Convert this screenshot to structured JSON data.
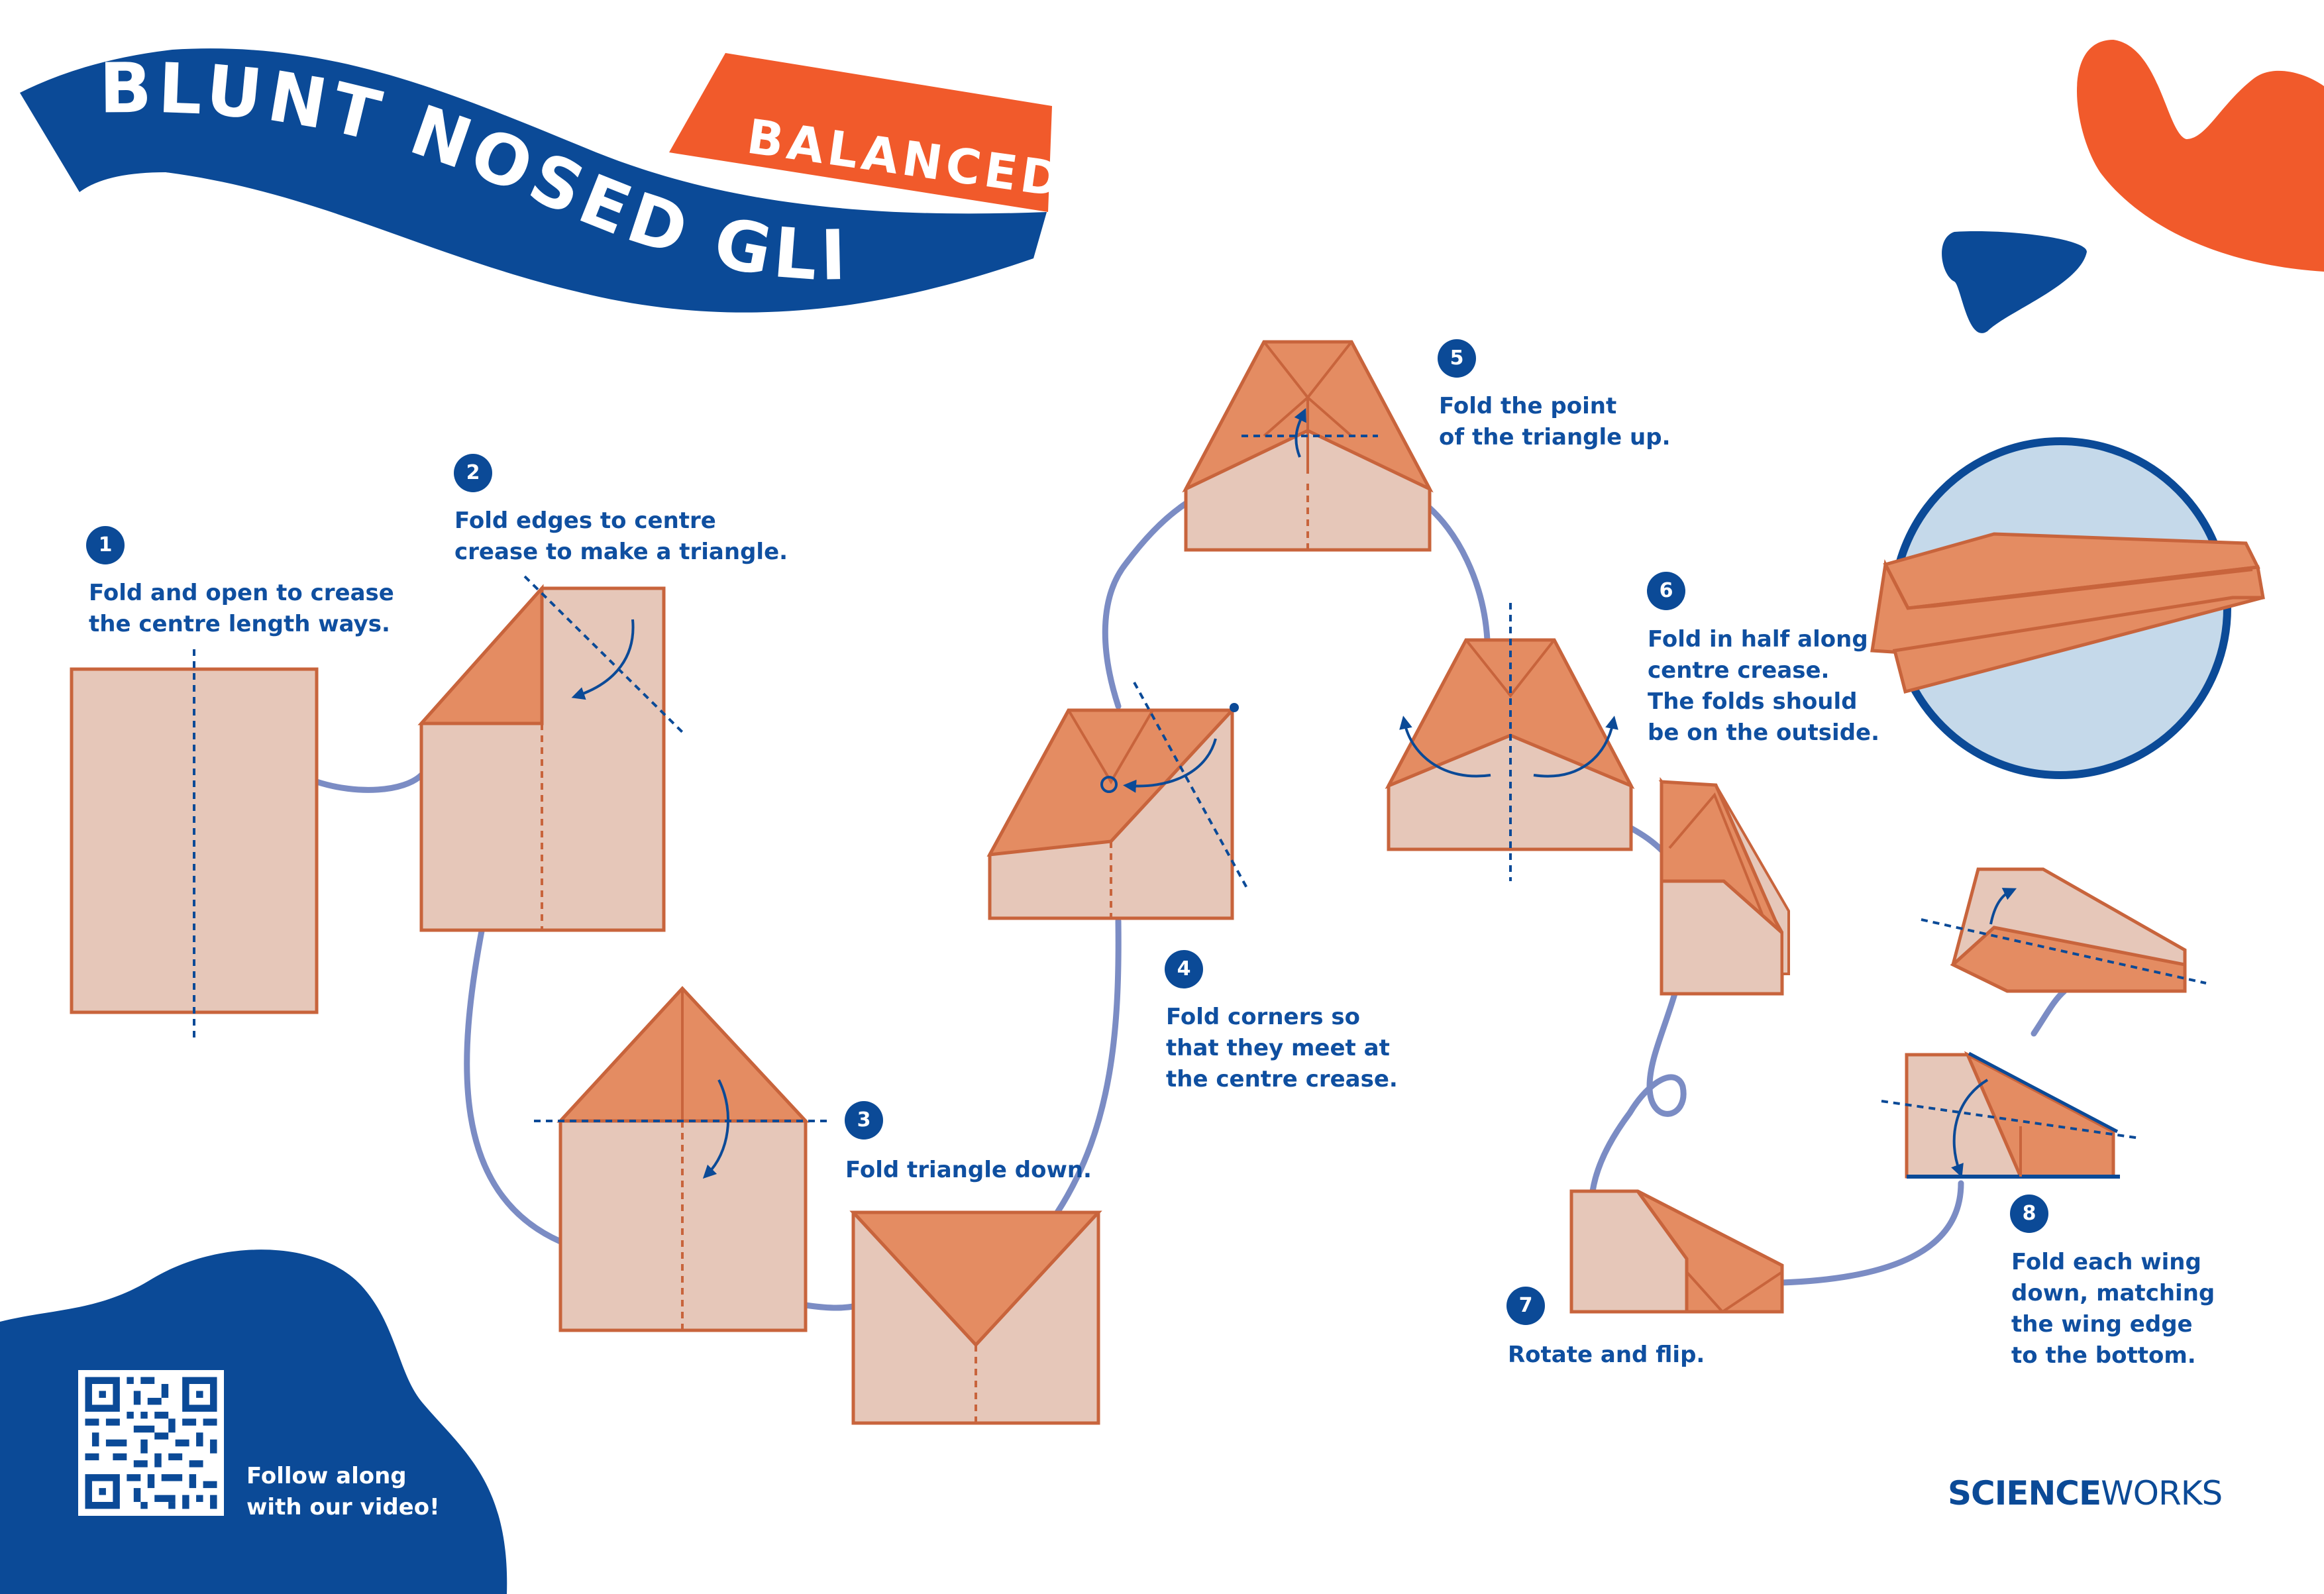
{
  "header": {
    "title": "BLUNT NOSED GLIDER",
    "tag": "BALANCED"
  },
  "colors": {
    "blue": "#0b4a97",
    "orange": "#f15a2b",
    "paper": "#e6c7b9",
    "paper_fold": "#e48c62",
    "paper_edge": "#c8643c",
    "path": "#7b8cc4",
    "circle_fill": "#c5d9ea"
  },
  "steps": [
    {
      "number": "1",
      "lines": [
        "Fold and open to crease",
        "the centre length ways."
      ]
    },
    {
      "number": "2",
      "lines": [
        "Fold edges to centre",
        "crease to make a triangle."
      ]
    },
    {
      "number": "3",
      "lines": [
        "Fold triangle down."
      ]
    },
    {
      "number": "4",
      "lines": [
        "Fold corners so",
        "that they meet at",
        "the centre crease."
      ]
    },
    {
      "number": "5",
      "lines": [
        "Fold the point",
        "of the triangle up."
      ]
    },
    {
      "number": "6",
      "lines": [
        "Fold in half along",
        "centre crease.",
        "The folds should",
        "be on the outside."
      ]
    },
    {
      "number": "7",
      "lines": [
        "Rotate and flip."
      ]
    },
    {
      "number": "8",
      "lines": [
        "Fold each wing",
        "down, matching",
        "the wing edge",
        "to the bottom."
      ]
    }
  ],
  "footer": {
    "video_lines": [
      "Follow along",
      "with our video!"
    ],
    "qr_icon": "qr-code-icon",
    "brand_bold": "SCIENCE",
    "brand_regular": "WORKS"
  }
}
